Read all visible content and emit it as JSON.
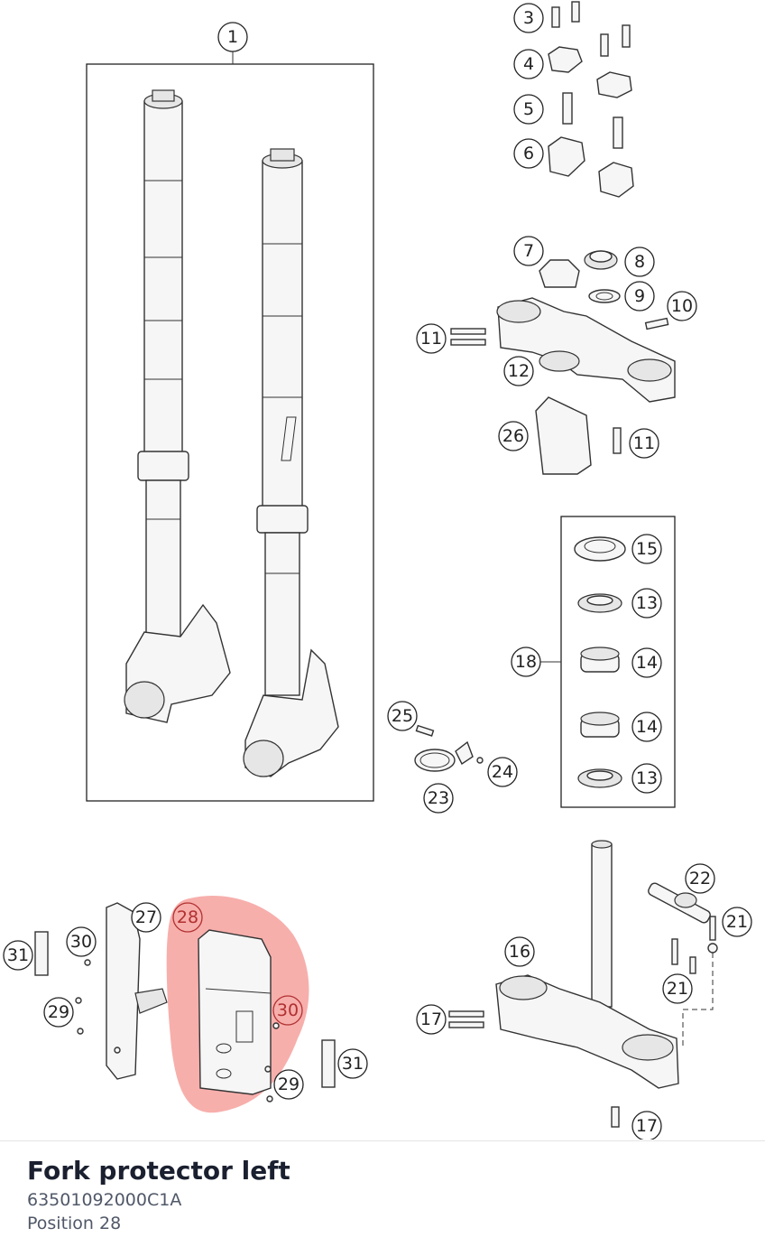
{
  "diagram": {
    "highlight_color": "#f6a6a3",
    "callouts": [
      {
        "label": "1",
        "name": "callout-1"
      },
      {
        "label": "3",
        "name": "callout-3"
      },
      {
        "label": "4",
        "name": "callout-4"
      },
      {
        "label": "5",
        "name": "callout-5"
      },
      {
        "label": "6",
        "name": "callout-6"
      },
      {
        "label": "7",
        "name": "callout-7"
      },
      {
        "label": "8",
        "name": "callout-8"
      },
      {
        "label": "9",
        "name": "callout-9"
      },
      {
        "label": "10",
        "name": "callout-10"
      },
      {
        "label": "11",
        "name": "callout-11-top"
      },
      {
        "label": "12",
        "name": "callout-12"
      },
      {
        "label": "26",
        "name": "callout-26"
      },
      {
        "label": "11",
        "name": "callout-11-bottom"
      },
      {
        "label": "15",
        "name": "callout-15"
      },
      {
        "label": "13",
        "name": "callout-13-top"
      },
      {
        "label": "18",
        "name": "callout-18"
      },
      {
        "label": "14",
        "name": "callout-14-top"
      },
      {
        "label": "14",
        "name": "callout-14-bottom"
      },
      {
        "label": "13",
        "name": "callout-13-bottom"
      },
      {
        "label": "25",
        "name": "callout-25"
      },
      {
        "label": "24",
        "name": "callout-24"
      },
      {
        "label": "23",
        "name": "callout-23"
      },
      {
        "label": "22",
        "name": "callout-22"
      },
      {
        "label": "21",
        "name": "callout-21-right"
      },
      {
        "label": "16",
        "name": "callout-16"
      },
      {
        "label": "21",
        "name": "callout-21-lower"
      },
      {
        "label": "17",
        "name": "callout-17-left"
      },
      {
        "label": "17",
        "name": "callout-17-bottom"
      },
      {
        "label": "27",
        "name": "callout-27"
      },
      {
        "label": "28",
        "name": "callout-28"
      },
      {
        "label": "31",
        "name": "callout-31-left"
      },
      {
        "label": "30",
        "name": "callout-30-left"
      },
      {
        "label": "29",
        "name": "callout-29-left"
      },
      {
        "label": "30",
        "name": "callout-30-right"
      },
      {
        "label": "31",
        "name": "callout-31-right"
      },
      {
        "label": "29",
        "name": "callout-29-right"
      }
    ]
  },
  "part_info": {
    "title": "Fork protector left",
    "part_number": "63501092000C1A",
    "position": "Position 28"
  }
}
